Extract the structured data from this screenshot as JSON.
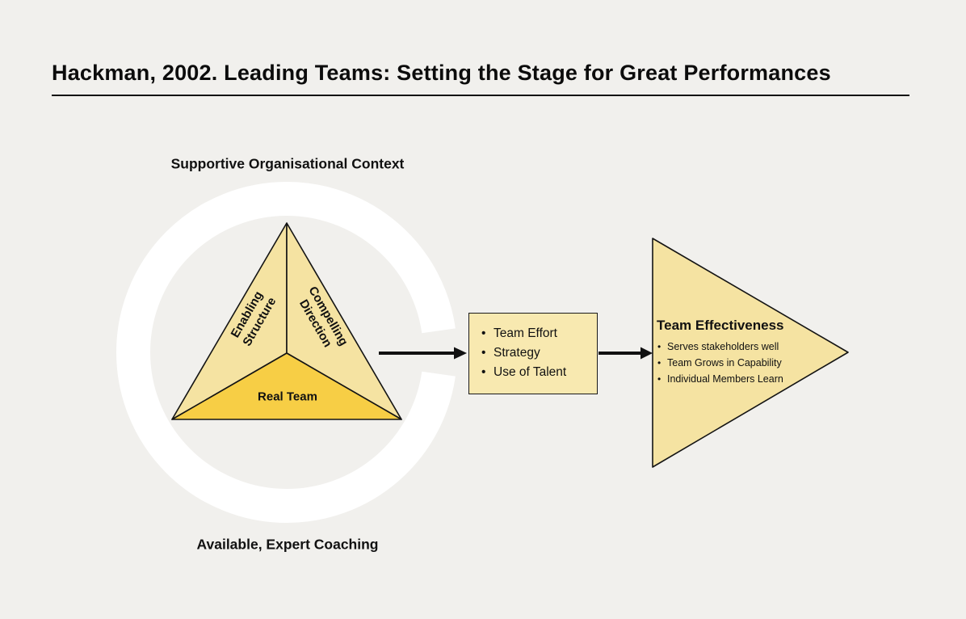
{
  "title": "Hackman, 2002. Leading Teams: Setting the Stage for Great Performances",
  "diagram": {
    "context_label": "Supportive Organisational Context",
    "coaching_label": "Available, Expert Coaching",
    "triangle": {
      "left_section": "Enabling Structure",
      "right_section": "Compelling Direction",
      "bottom_section": "Real Team"
    },
    "process_box": {
      "items": [
        "Team Effort",
        "Strategy",
        "Use of Talent"
      ]
    },
    "effectiveness": {
      "title": "Team Effectiveness",
      "items": [
        "Serves stakeholders well",
        "Team Grows in Capability",
        "Individual Members Learn"
      ]
    },
    "colors": {
      "background": "#F1F0ED",
      "ring_white": "#FFFFFF",
      "light_yellow": "#F5E3A2",
      "gold": "#F7CE45",
      "box_fill": "#F8E9B0",
      "ink": "#111111"
    }
  }
}
